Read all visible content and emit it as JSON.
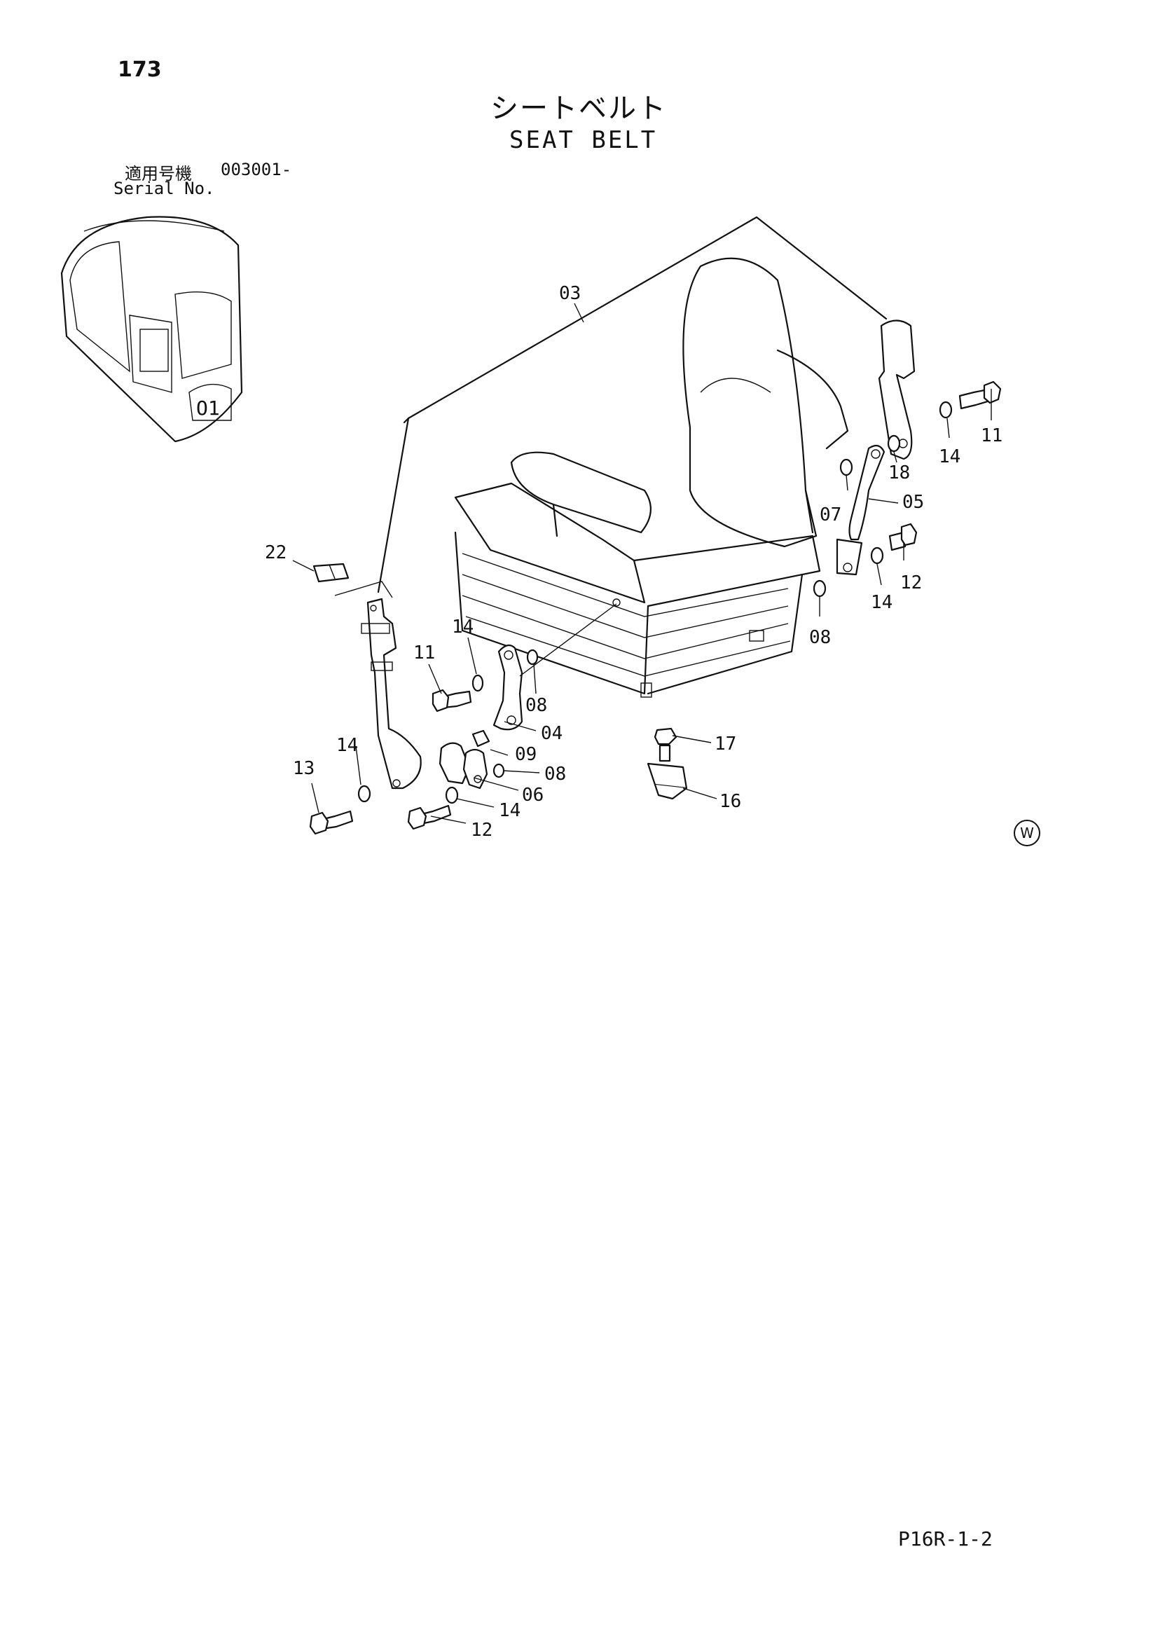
{
  "header": {
    "page_number": "173",
    "title_ja": "シートベルト",
    "title_en": "SEAT BELT",
    "serial_label_ja": "適用号機",
    "serial_value": "003001-",
    "serial_label_en": "Serial No."
  },
  "callouts": [
    "03",
    "22",
    "14",
    "11",
    "08",
    "04",
    "09",
    "08",
    "06",
    "14",
    "12",
    "13",
    "14",
    "17",
    "16",
    "11",
    "14",
    "18",
    "05",
    "07",
    "12",
    "14",
    "08"
  ],
  "footer": {
    "mark": "W",
    "page_ref": "P16R-1-2"
  }
}
